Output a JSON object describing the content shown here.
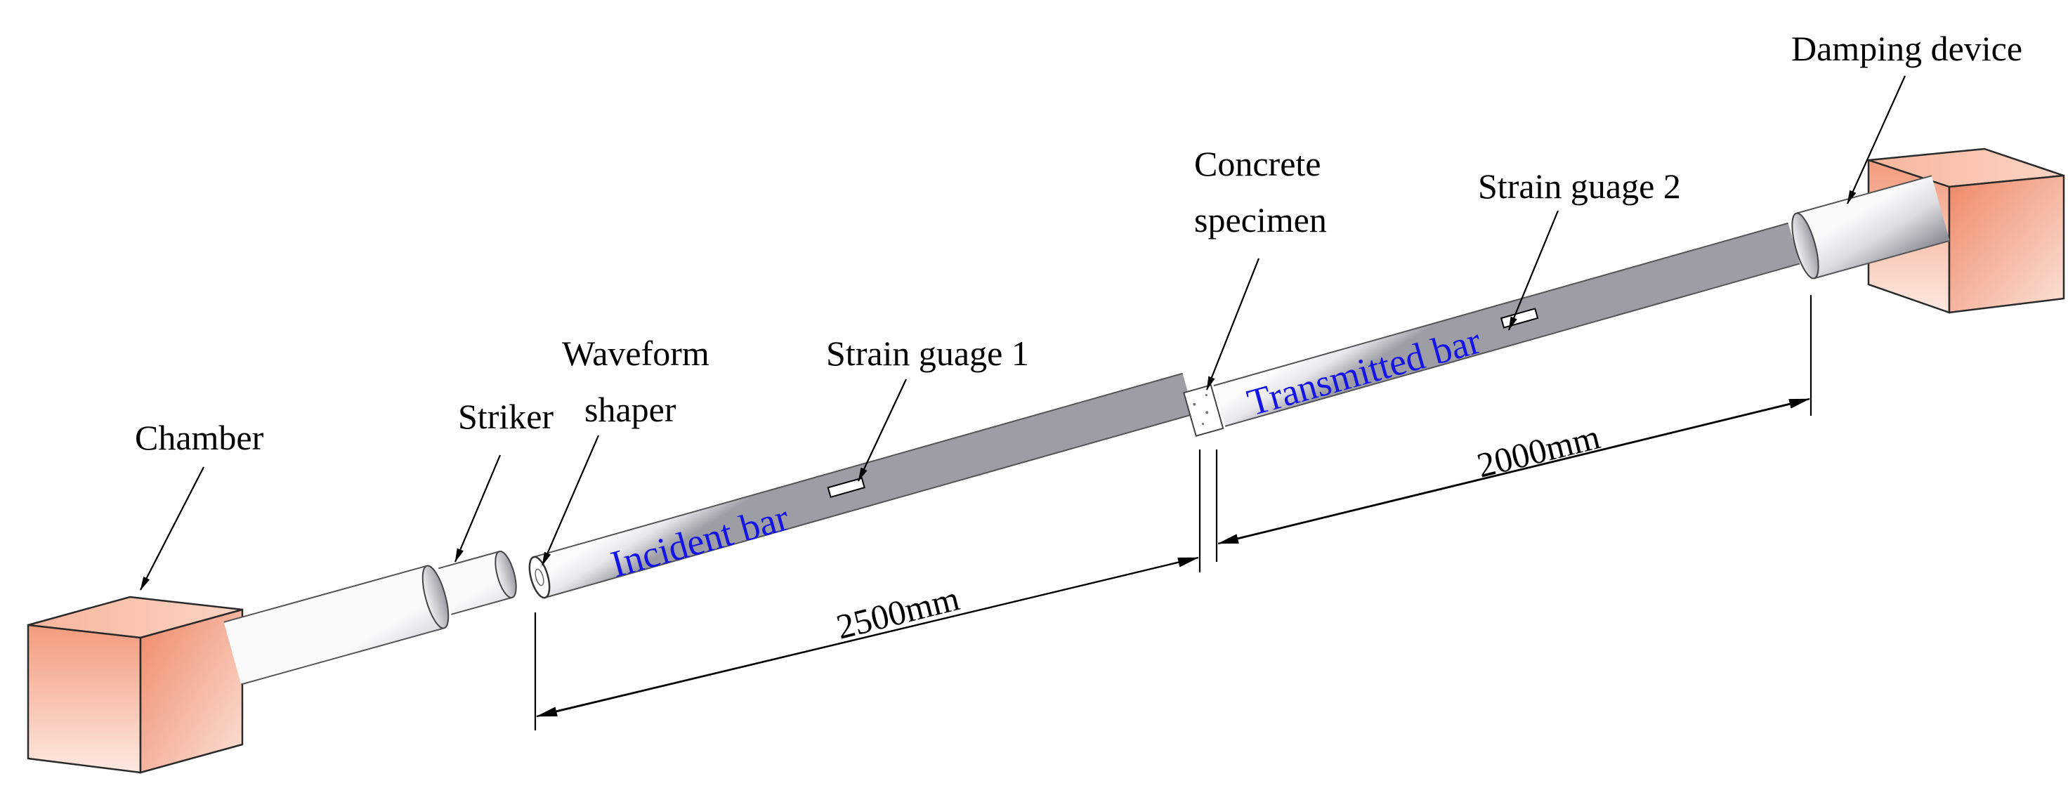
{
  "labels": {
    "chamber": "Chamber",
    "striker": "Striker",
    "waveform_shaper_line1": "Waveform",
    "waveform_shaper_line2": "shaper",
    "strain_gauge_1": "Strain guage 1",
    "concrete_specimen_line1": "Concrete",
    "concrete_specimen_line2": "specimen",
    "strain_gauge_2": "Strain guage 2",
    "damping_device": "Damping device",
    "incident_bar": "Incident bar",
    "transmitted_bar": "Transmitted bar",
    "dim_incident": "2500mm",
    "dim_transmitted": "2000mm"
  },
  "colors": {
    "bar_label": "#1414e6",
    "block_face": "#f28a6a",
    "block_top": "#f6b39a",
    "bar_light": "#f4f4f6",
    "bar_dark": "#a9a9b0"
  }
}
